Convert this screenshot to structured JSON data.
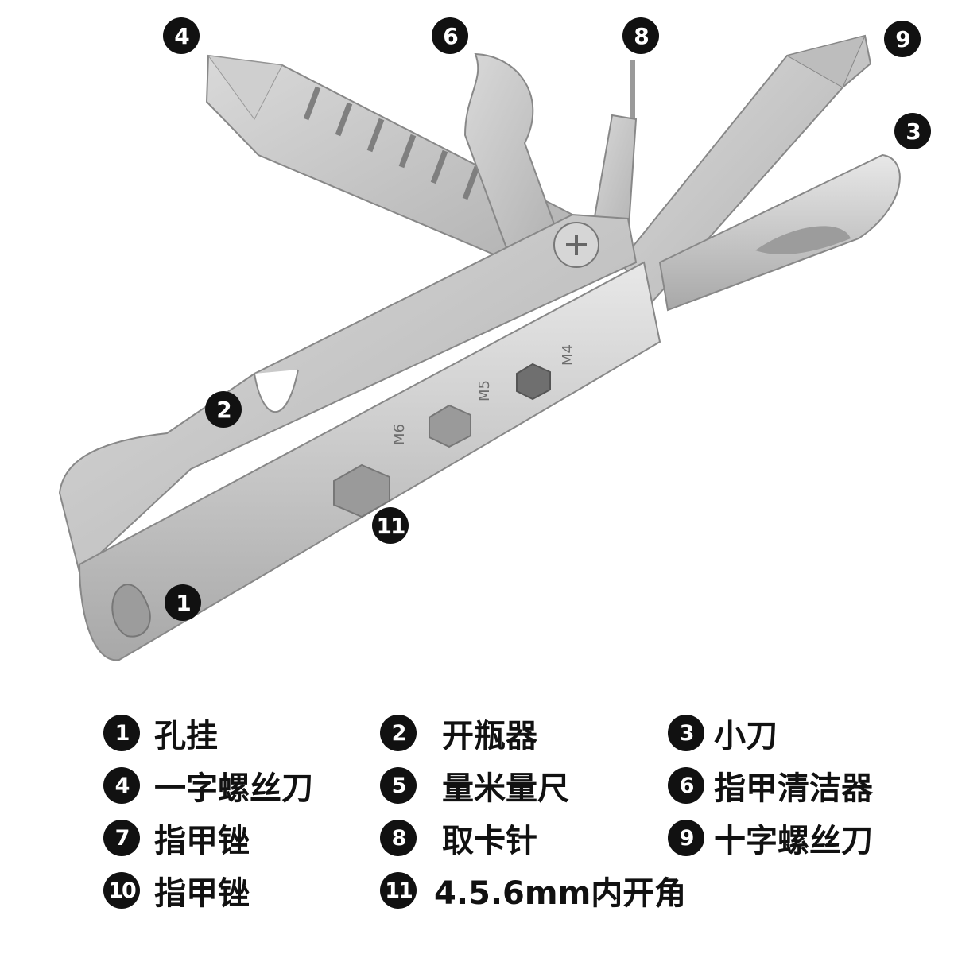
{
  "callouts": [
    {
      "num": "1"
    },
    {
      "num": "2"
    },
    {
      "num": "3"
    },
    {
      "num": "4"
    },
    {
      "num": "6"
    },
    {
      "num": "8"
    },
    {
      "num": "9"
    },
    {
      "num": "11"
    }
  ],
  "engravings": {
    "m4": "M4",
    "m5": "M5",
    "m6": "M6"
  },
  "legend": [
    {
      "num": "1",
      "label": "孔挂"
    },
    {
      "num": "2",
      "label": "开瓶器"
    },
    {
      "num": "3",
      "label": "小刀"
    },
    {
      "num": "4",
      "label": "一字螺丝刀"
    },
    {
      "num": "5",
      "label": "量米量尺"
    },
    {
      "num": "6",
      "label": "指甲清洁器"
    },
    {
      "num": "7",
      "label": "指甲锉"
    },
    {
      "num": "8",
      "label": "取卡针"
    },
    {
      "num": "9",
      "label": "十字螺丝刀"
    },
    {
      "num": "10",
      "label": "指甲锉"
    },
    {
      "num": "11",
      "label": "4.5.6mm内开角"
    }
  ],
  "colors": {
    "steel_light": "#dedede",
    "steel_mid": "#b9b9b9",
    "steel_dark": "#8a8a8a",
    "badge": "#111111"
  }
}
